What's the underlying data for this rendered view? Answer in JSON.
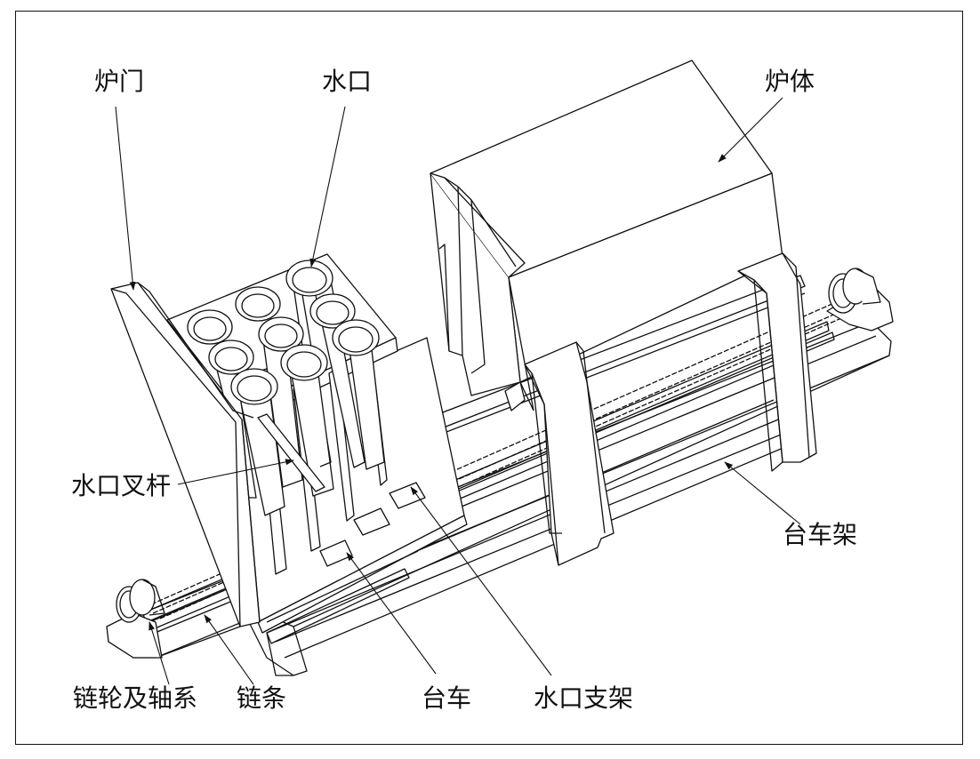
{
  "labels": {
    "furnace_door": "炉门",
    "nozzle": "水口",
    "furnace_body": "炉体",
    "nozzle_fork_rod": "水口叉杆",
    "trolley_frame": "台车架",
    "sprocket_and_shaft": "链轮及轴系",
    "chain": "链条",
    "trolley": "台车",
    "nozzle_bracket": "水口支架"
  },
  "colors": {
    "line": "#111111",
    "background": "#ffffff"
  }
}
